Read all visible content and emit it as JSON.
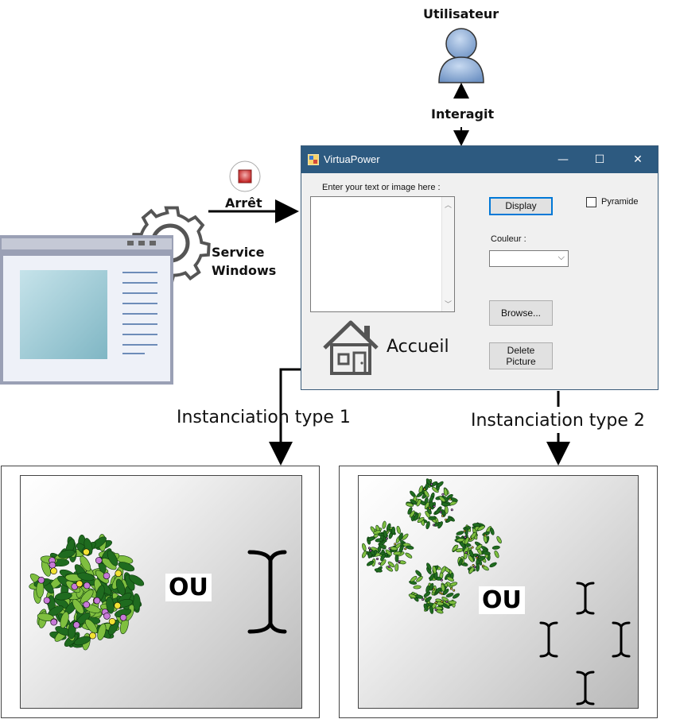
{
  "actors": {
    "user_label": "Utilisateur",
    "interact_label": "Interagit"
  },
  "service": {
    "stop_label": "Arrêt",
    "service_line1": "Service",
    "service_line2": "Windows"
  },
  "window": {
    "title": "VirtuaPower",
    "minimize": "—",
    "maximize": "☐",
    "close": "✕",
    "text_prompt": "Enter your text or image here :",
    "display_button": "Display",
    "pyramide_label": "Pyramide",
    "couleur_label": "Couleur :",
    "couleur_value": "",
    "browse_button": "Browse...",
    "delete_button_line1": "Delete",
    "delete_button_line2": "Picture"
  },
  "home": {
    "label": "Accueil"
  },
  "instanciation": {
    "type1": "Instanciation type 1",
    "type2": "Instanciation type 2"
  },
  "panels": {
    "left_or": "OU",
    "right_or": "OU"
  },
  "colors": {
    "titlebar": "#2d5a80",
    "user_icon": "#8fb0d8",
    "gear": "#5a5a5a",
    "plant_dark": "#1f6b1f",
    "plant_light": "#7fbf3f",
    "flower_yellow": "#f2e233",
    "flower_purple": "#c77ad8"
  },
  "icons": [
    "user-icon",
    "stop-icon",
    "gear-icon",
    "app-window-icon",
    "home-icon",
    "plant-icon",
    "i-beam-icon"
  ]
}
